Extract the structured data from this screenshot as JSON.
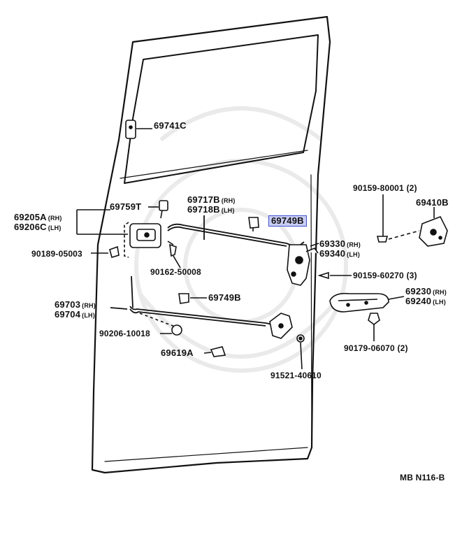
{
  "diagram": {
    "parts": {
      "p69741c": "69741C",
      "p69205a": "69205A",
      "p69205a_suf": "(RH)",
      "p69206c": "69206C",
      "p69206c_suf": "(LH)",
      "p69759t": "69759T",
      "p69717b": "69717B",
      "p69717b_suf": "(RH)",
      "p69718b": "69718B",
      "p69718b_suf": "(LH)",
      "p69749b_top": "69749B",
      "p90189": "90189-05003",
      "p90162": "90162-50008",
      "p90159_80001": "90159-80001 (2)",
      "p69410b": "69410B",
      "p69330": "69330",
      "p69330_suf": "(RH)",
      "p69340": "69340",
      "p69340_suf": "(LH)",
      "p90159_60270": "90159-60270 (3)",
      "p69703": "69703",
      "p69703_suf": "(RH)",
      "p69704": "69704",
      "p69704_suf": "(LH)",
      "p69749b_mid": "69749B",
      "p69230": "69230",
      "p69230_suf": "(RH)",
      "p69240": "69240",
      "p69240_suf": "(LH)",
      "p90206": "90206-10018",
      "p69619a": "69619A",
      "p90179": "90179-06070 (2)",
      "p91521": "91521-40610"
    },
    "ref_code": "MB  N116-B",
    "highlight_color": "#c9cdf3"
  }
}
